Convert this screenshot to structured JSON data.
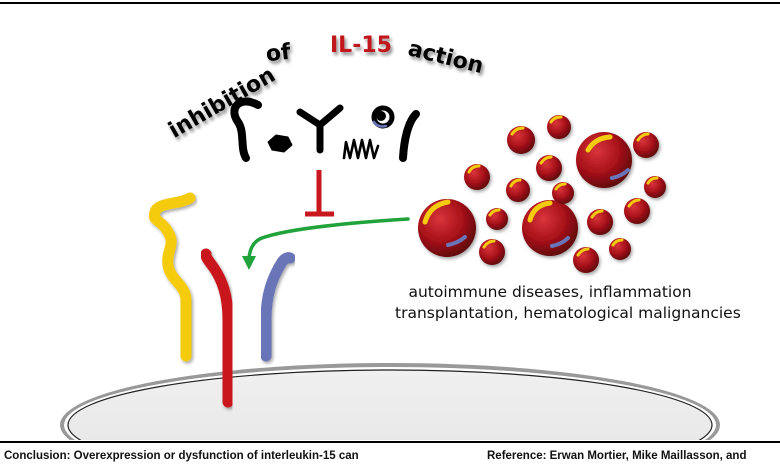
{
  "diagram": {
    "title": {
      "word1": "inhibition",
      "word2": "of",
      "word3": "IL-15",
      "word4": "action"
    },
    "disease_labels": [
      "autoimmune diseases, inflammation",
      "transplantation, hematological malignancies"
    ],
    "colors": {
      "il15_red": "#c0171d",
      "receptor_yellow": "#f5cc10",
      "receptor_red": "#c8171d",
      "receptor_blue": "#6a74b8",
      "arrow_green": "#1fa33a",
      "cell_red": "#a8121a"
    }
  },
  "captions": {
    "conclusion": "Conclusion: Overexpression or dysfunction of interleukin-15 can",
    "reference": "Reference: Erwan Mortier, Mike Maillasson, and"
  }
}
